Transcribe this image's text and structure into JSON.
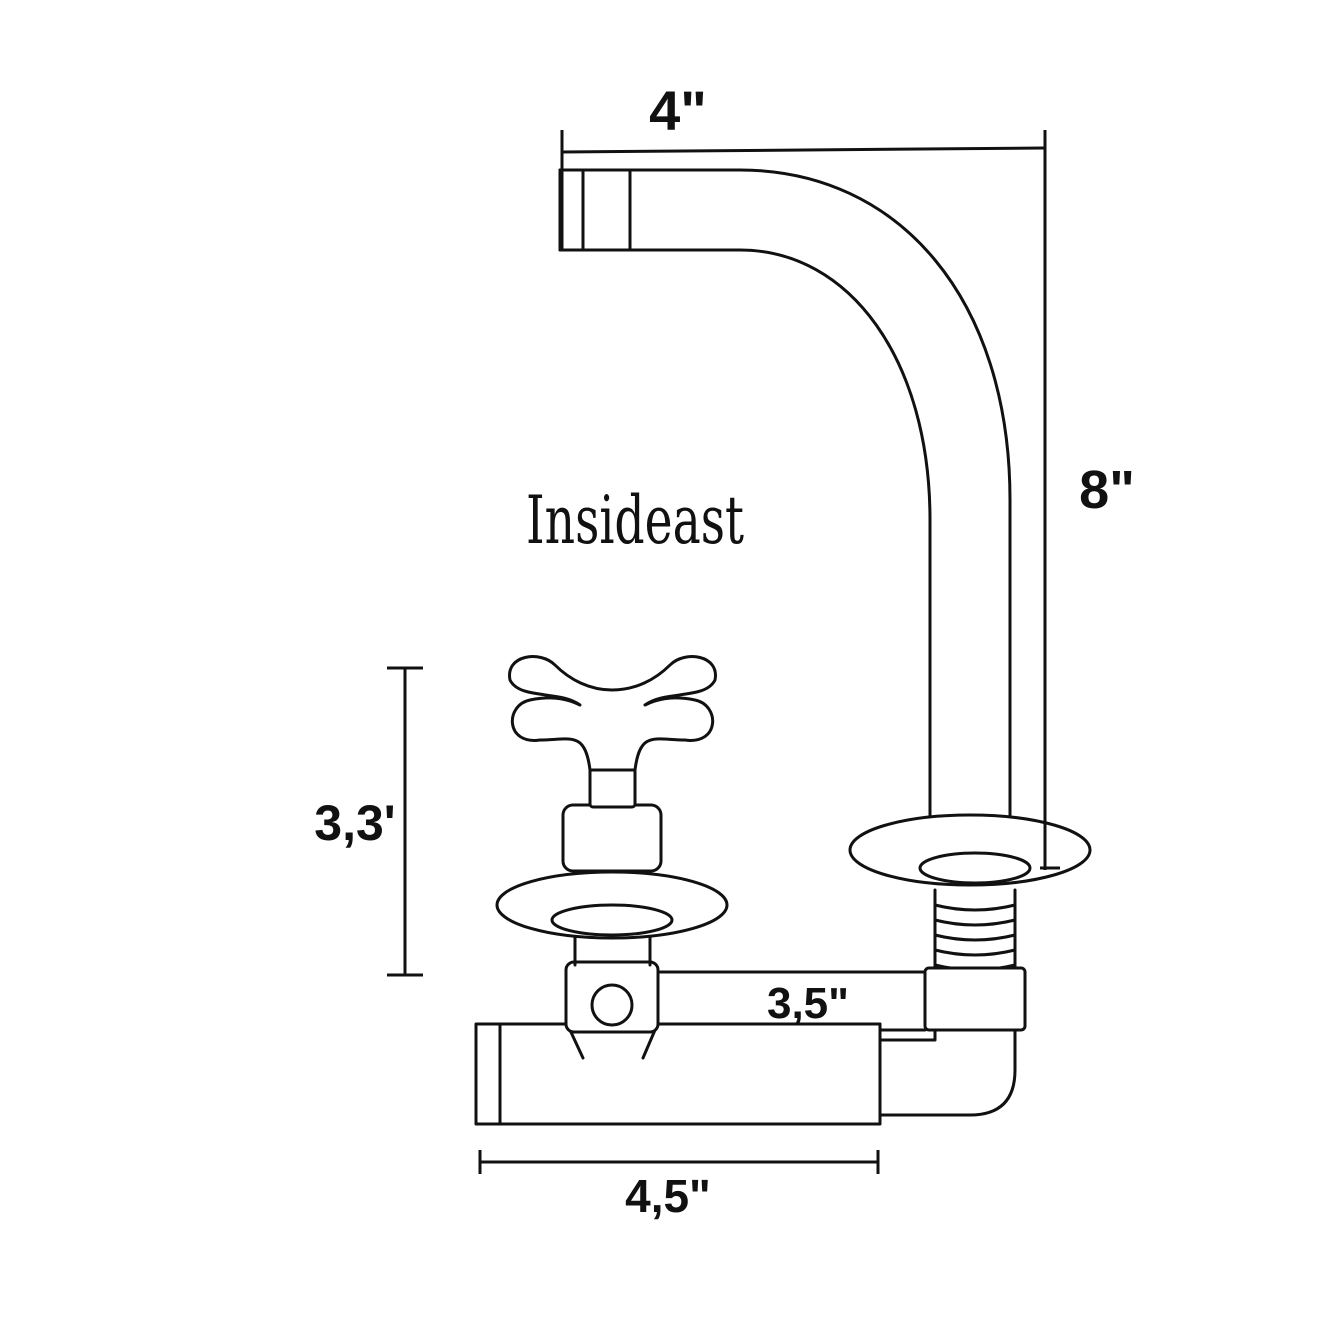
{
  "brand": {
    "name": "Insideast"
  },
  "dimensions": {
    "spout_reach": "4\"",
    "spout_height": "8\"",
    "handle_height": "3,3'",
    "center_spacing": "3,5\"",
    "body_length": "4,5\""
  },
  "colors": {
    "line": "#111111",
    "background": "#ffffff"
  }
}
